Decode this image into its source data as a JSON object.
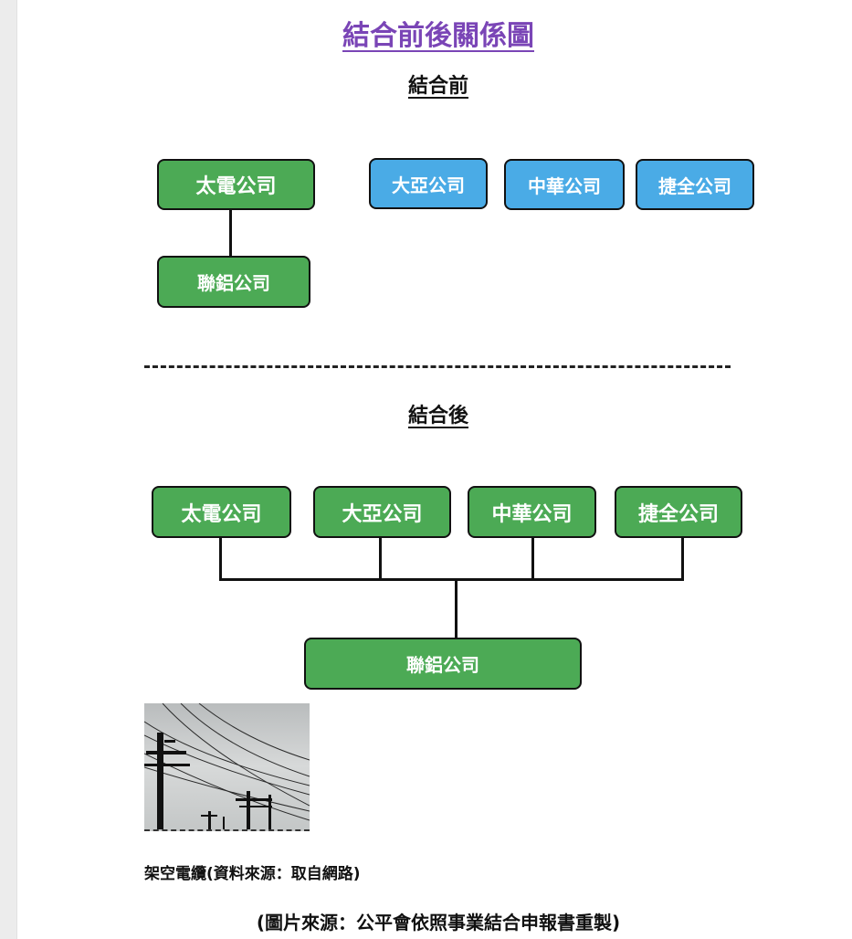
{
  "title": "結合前後關係圖",
  "before": {
    "heading": "結合前",
    "parent": "太電公司",
    "child": "聯鋁公司",
    "others": [
      "大亞公司",
      "中華公司",
      "捷全公司"
    ]
  },
  "after": {
    "heading": "結合後",
    "parents": [
      "太電公司",
      "大亞公司",
      "中華公司",
      "捷全公司"
    ],
    "child": "聯鋁公司"
  },
  "photo": {
    "caption": "架空電纜(資料來源：取自網路)"
  },
  "source": "(圖片來源：公平會依照事業結合申報書重製)",
  "colors": {
    "title": "#7a45b6",
    "green_box": "#4caa55",
    "blue_box": "#4aabe6",
    "line": "#111111"
  }
}
